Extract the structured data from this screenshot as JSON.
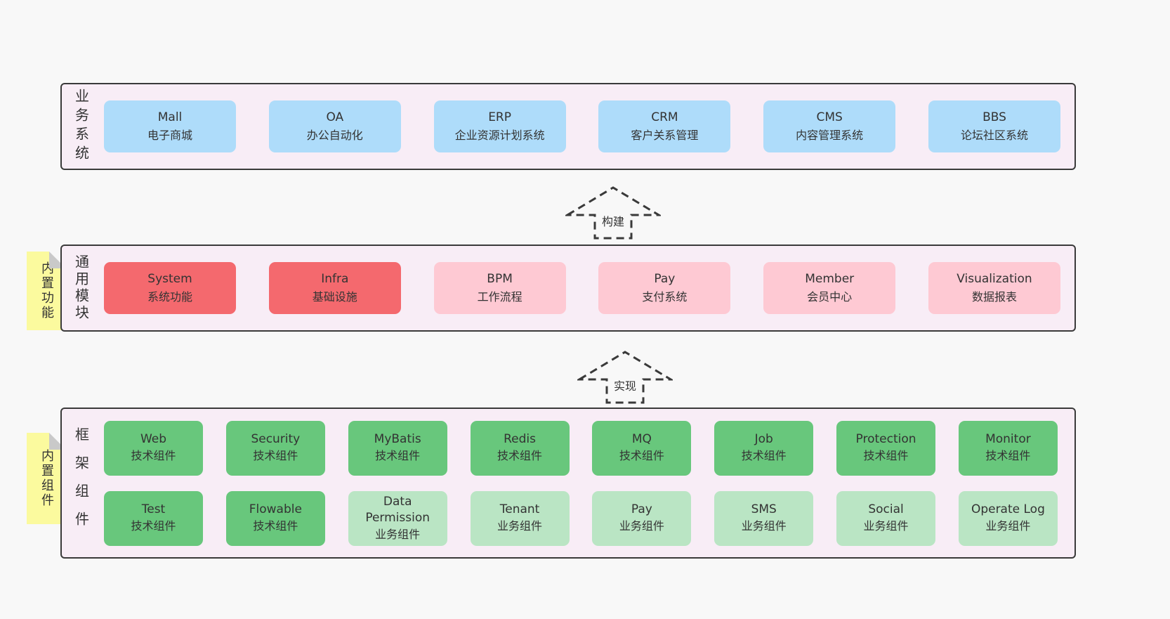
{
  "palette": {
    "page_bg": "#f8f8f8",
    "band_bg": "#f8edf6",
    "band_border": "#3a3a3a",
    "blue": "#aedcfa",
    "red": "#f4696e",
    "pink": "#fec9d3",
    "green": "#68c77c",
    "light_green": "#bae5c4",
    "yellow": "#fbfa9e",
    "fold_gray": "#c9c9c9",
    "text": "#333333"
  },
  "bands": [
    {
      "label": "业务系统",
      "boxes": [
        {
          "title": "Mall",
          "subtitle": "电子商城",
          "variant": "blue"
        },
        {
          "title": "OA",
          "subtitle": "办公自动化",
          "variant": "blue"
        },
        {
          "title": "ERP",
          "subtitle": "企业资源计划系统",
          "variant": "blue"
        },
        {
          "title": "CRM",
          "subtitle": "客户关系管理",
          "variant": "blue"
        },
        {
          "title": "CMS",
          "subtitle": "内容管理系统",
          "variant": "blue"
        },
        {
          "title": "BBS",
          "subtitle": "论坛社区系统",
          "variant": "blue"
        }
      ]
    },
    {
      "label": "通用模块",
      "note": "内置功能",
      "boxes": [
        {
          "title": "System",
          "subtitle": "系统功能",
          "variant": "red"
        },
        {
          "title": "Infra",
          "subtitle": "基础设施",
          "variant": "red"
        },
        {
          "title": "BPM",
          "subtitle": "工作流程",
          "variant": "pink"
        },
        {
          "title": "Pay",
          "subtitle": "支付系统",
          "variant": "pink"
        },
        {
          "title": "Member",
          "subtitle": "会员中心",
          "variant": "pink"
        },
        {
          "title": "Visualization",
          "subtitle": "数据报表",
          "variant": "pink"
        }
      ]
    },
    {
      "label": "框架组件",
      "note": "内置组件",
      "rows": [
        [
          {
            "title": "Web",
            "subtitle": "技术组件",
            "variant": "green"
          },
          {
            "title": "Security",
            "subtitle": "技术组件",
            "variant": "green"
          },
          {
            "title": "MyBatis",
            "subtitle": "技术组件",
            "variant": "green"
          },
          {
            "title": "Redis",
            "subtitle": "技术组件",
            "variant": "green"
          },
          {
            "title": "MQ",
            "subtitle": "技术组件",
            "variant": "green"
          },
          {
            "title": "Job",
            "subtitle": "技术组件",
            "variant": "green"
          },
          {
            "title": "Protection",
            "subtitle": "技术组件",
            "variant": "green"
          },
          {
            "title": "Monitor",
            "subtitle": "技术组件",
            "variant": "green"
          }
        ],
        [
          {
            "title": "Test",
            "subtitle": "技术组件",
            "variant": "green"
          },
          {
            "title": "Flowable",
            "subtitle": "技术组件",
            "variant": "green"
          },
          {
            "title": "Data Permission",
            "subtitle": "业务组件",
            "variant": "light_green"
          },
          {
            "title": "Tenant",
            "subtitle": "业务组件",
            "variant": "light_green"
          },
          {
            "title": "Pay",
            "subtitle": "业务组件",
            "variant": "light_green"
          },
          {
            "title": "SMS",
            "subtitle": "业务组件",
            "variant": "light_green"
          },
          {
            "title": "Social",
            "subtitle": "业务组件",
            "variant": "light_green"
          },
          {
            "title": "Operate Log",
            "subtitle": "业务组件",
            "variant": "light_green"
          }
        ]
      ]
    }
  ],
  "arrows": [
    {
      "label": "构建"
    },
    {
      "label": "实现"
    }
  ]
}
